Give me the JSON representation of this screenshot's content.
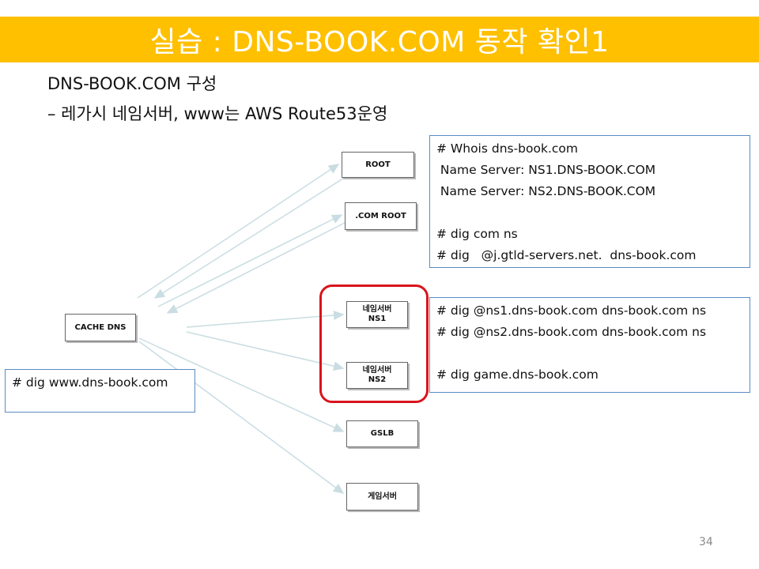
{
  "title": "실습 : DNS-BOOK.COM 동작 확인1",
  "subtitle_lines": [
    "DNS-BOOK.COM 구성",
    "– 레가시 네임서버, www는 AWS Route53운영"
  ],
  "nodes": {
    "cache_dns": "CACHE DNS",
    "root": "ROOT",
    "com_root": ".COM ROOT",
    "ns1": "네임서버\nNS1",
    "ns2": "네임서버\nNS2",
    "gslb": "GSLB",
    "game_server": "게임서버"
  },
  "command_boxes": {
    "query": [
      "# dig www.dns-book.com"
    ],
    "whois": [
      "# Whois dns-book.com",
      " Name Server: NS1.DNS-BOOK.COM",
      " Name Server: NS2.DNS-BOOK.COM",
      "",
      "# dig com ns",
      "# dig   @j.gtld-servers.net.  dns-book.com"
    ],
    "ns_digs": [
      "# dig @ns1.dns-book.com dns-book.com ns",
      "# dig @ns2.dns-book.com dns-book.com ns",
      "",
      "# dig game.dns-book.com"
    ]
  },
  "page_number": "34",
  "colors": {
    "title_bar": "#ffc000",
    "title_text": "#ffffff",
    "box_border": "#5b8bc4",
    "highlight": "#d9141b",
    "arrow": "#c9dde2"
  }
}
